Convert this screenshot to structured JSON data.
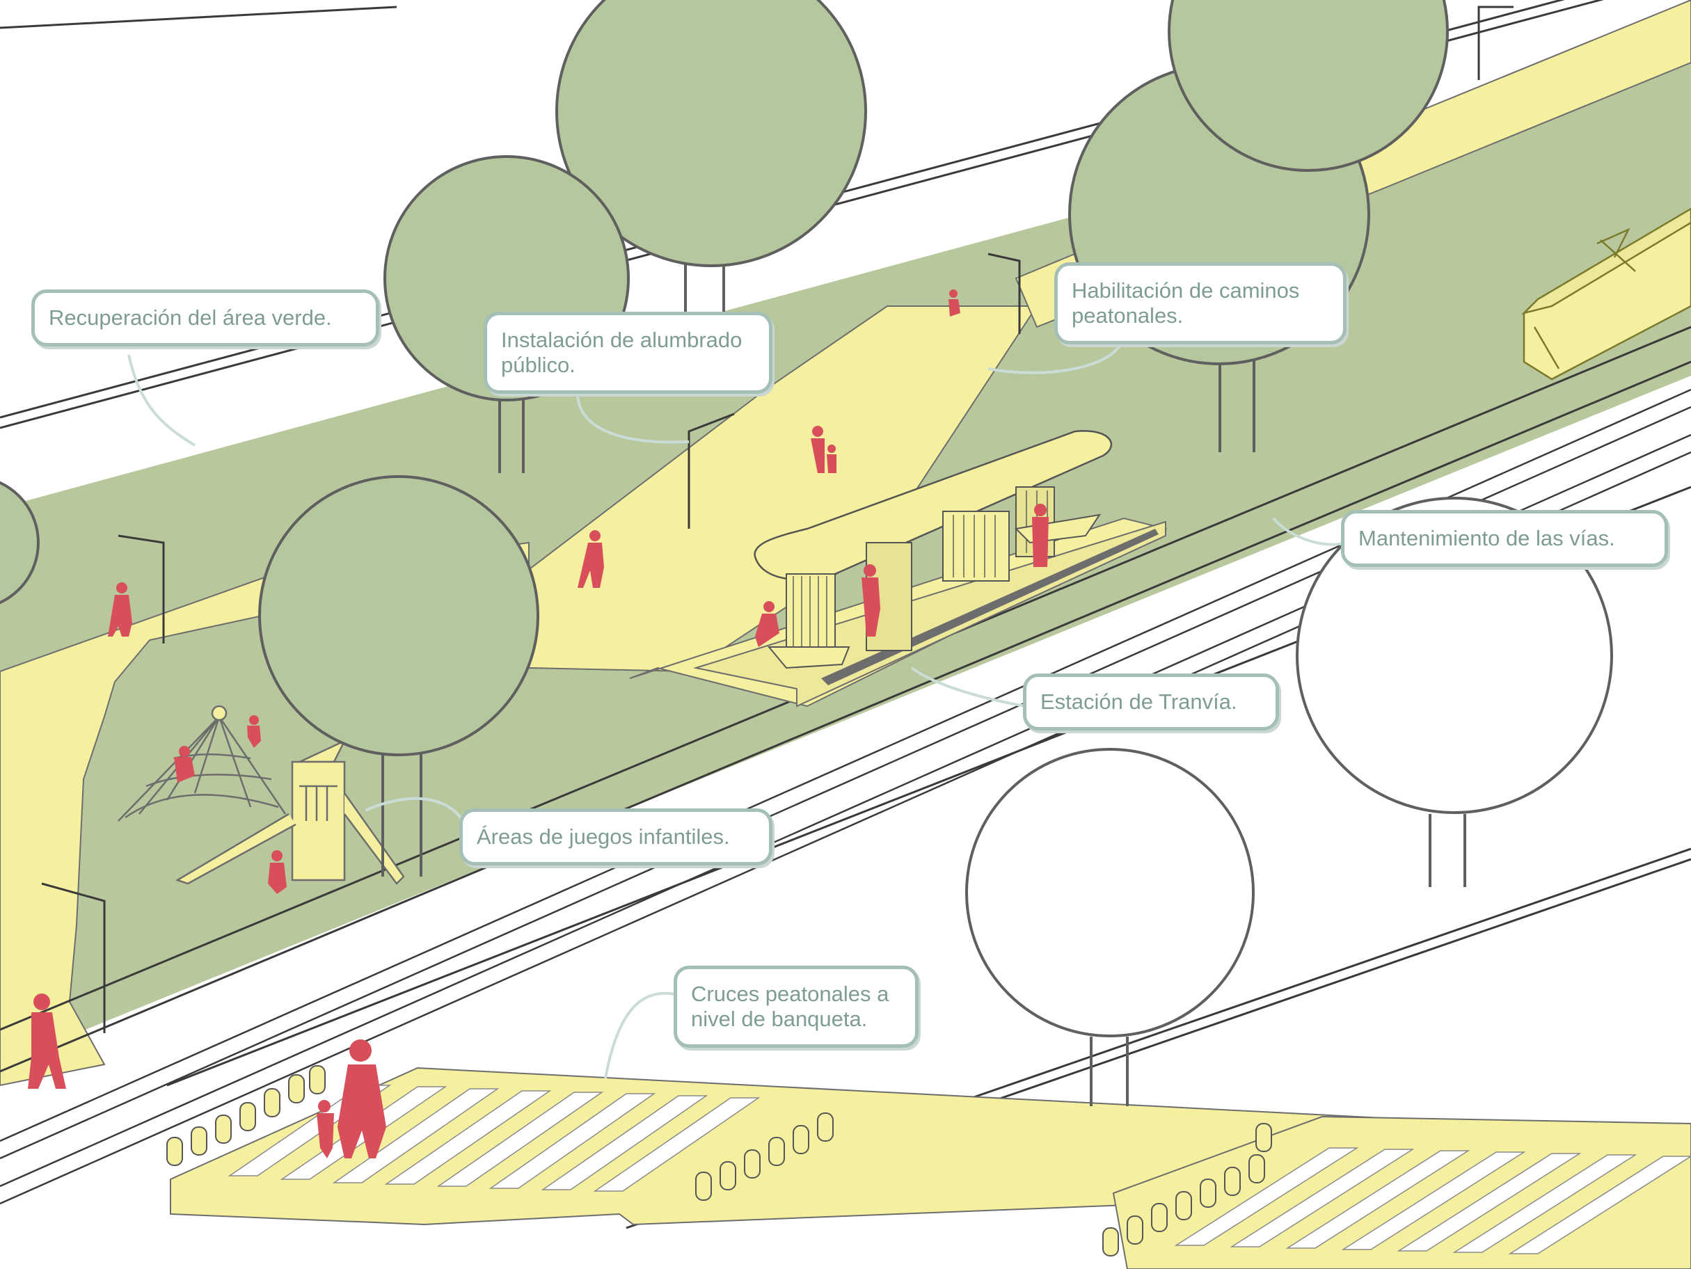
{
  "palette": {
    "green_area": "#b8c89c",
    "tree_fill": "#b5c79c",
    "tree_outline": "#5f5f5f",
    "path_yellow": "#f4f0a0",
    "figure_red": "#d94e5b",
    "callout_border": "#a3bfb8",
    "callout_text": "#7e9c93",
    "line_dark": "#3a3a3a"
  },
  "callouts": {
    "green_area": "Recuperación del área verde.",
    "lighting_line1": "Instalación de alumbrado",
    "lighting_line2": "público.",
    "paths_line1": "Habilitación de caminos",
    "paths_line2": "peatonales.",
    "tracks": "Mantenimiento de las vías.",
    "station": "Estación de Tranvía.",
    "playground": "Áreas de juegos infantiles.",
    "crossings_line1": "Cruces peatonales a",
    "crossings_line2": "nivel de banqueta."
  },
  "icons": {
    "tram": "tram-icon",
    "tree": "tree-icon",
    "streetlight": "streetlight-icon",
    "pedestrian": "pedestrian-icon",
    "bollard": "bollard-icon",
    "playground": "playground-icon",
    "station": "tram-station-icon"
  }
}
